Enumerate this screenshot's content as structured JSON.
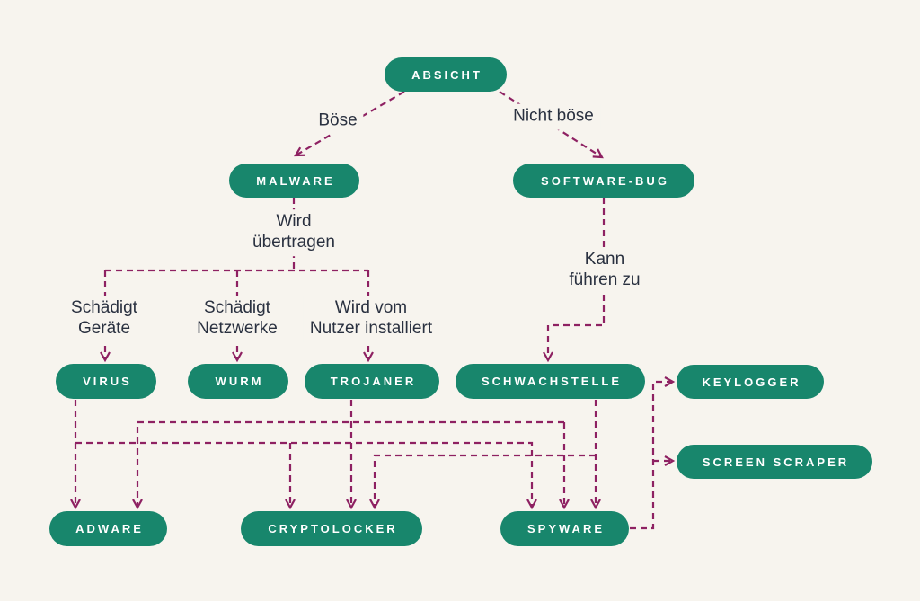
{
  "diagram": {
    "language": "de",
    "colors": {
      "bg": "#F7F4EE",
      "node": "#18866C",
      "line": "#8E2162",
      "text": "#2A3140",
      "nodetext": "#FFFFFF"
    },
    "nodes": {
      "absicht": "ABSICHT",
      "malware": "MALWARE",
      "software_bug": "SOFTWARE-BUG",
      "virus": "VIRUS",
      "wurm": "WURM",
      "trojaner": "TROJANER",
      "schwachstelle": "SCHWACHSTELLE",
      "keylogger": "KEYLOGGER",
      "screen_scraper": "SCREEN SCRAPER",
      "adware": "ADWARE",
      "cryptolocker": "CRYPTOLOCKER",
      "spyware": "SPYWARE"
    },
    "edge_labels": {
      "boese": "Böse",
      "nicht_boese": "Nicht böse",
      "wird_uebertragen": [
        "Wird",
        "übertragen"
      ],
      "schaedigt_geraete": [
        "Schädigt",
        "Geräte"
      ],
      "schaedigt_netzwerke": [
        "Schädigt",
        "Netzwerke"
      ],
      "wird_vom_nutzer_installiert": [
        "Wird vom",
        "Nutzer installiert"
      ],
      "kann_fuehren_zu": [
        "Kann",
        "führen zu"
      ]
    },
    "edges": [
      {
        "from": "ABSICHT",
        "to": "MALWARE",
        "label": "Böse"
      },
      {
        "from": "ABSICHT",
        "to": "SOFTWARE-BUG",
        "label": "Nicht böse"
      },
      {
        "from": "MALWARE",
        "to": "VIRUS",
        "via": "Wird übertragen",
        "label": "Schädigt Geräte"
      },
      {
        "from": "MALWARE",
        "to": "WURM",
        "via": "Wird übertragen",
        "label": "Schädigt Netzwerke"
      },
      {
        "from": "MALWARE",
        "to": "TROJANER",
        "via": "Wird übertragen",
        "label": "Wird vom Nutzer installiert"
      },
      {
        "from": "SOFTWARE-BUG",
        "to": "SCHWACHSTELLE",
        "label": "Kann führen zu"
      },
      {
        "from": "VIRUS",
        "to": "ADWARE"
      },
      {
        "from": "VIRUS",
        "to": "CRYPTOLOCKER"
      },
      {
        "from": "VIRUS",
        "to": "SPYWARE"
      },
      {
        "from": "TROJANER",
        "to": "ADWARE"
      },
      {
        "from": "TROJANER",
        "to": "CRYPTOLOCKER"
      },
      {
        "from": "TROJANER",
        "to": "SPYWARE"
      },
      {
        "from": "SCHWACHSTELLE",
        "to": "CRYPTOLOCKER"
      },
      {
        "from": "SCHWACHSTELLE",
        "to": "SPYWARE"
      },
      {
        "from": "SPYWARE",
        "to": "KEYLOGGER"
      },
      {
        "from": "SPYWARE",
        "to": "SCREEN SCRAPER"
      }
    ]
  }
}
